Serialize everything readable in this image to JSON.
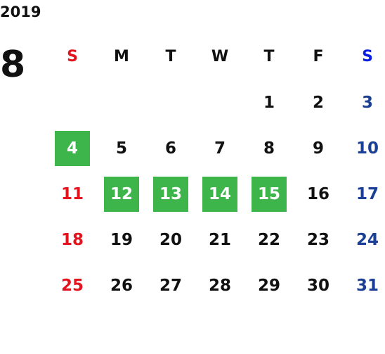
{
  "calendar": {
    "year": "2019",
    "month": "8",
    "weekdays": [
      "S",
      "M",
      "T",
      "W",
      "T",
      "F",
      "S"
    ],
    "weeks": [
      [
        "",
        "",
        "",
        "",
        "1",
        "2",
        "3"
      ],
      [
        "4",
        "5",
        "6",
        "7",
        "8",
        "9",
        "10"
      ],
      [
        "11",
        "12",
        "13",
        "14",
        "15",
        "16",
        "17"
      ],
      [
        "18",
        "19",
        "20",
        "21",
        "22",
        "23",
        "24"
      ],
      [
        "25",
        "26",
        "27",
        "28",
        "29",
        "30",
        "31"
      ]
    ],
    "highlighted_days": [
      "4",
      "12",
      "13",
      "14",
      "15"
    ],
    "colors": {
      "sunday": "#e4141e",
      "saturday": "#1a3f94",
      "saturday_header": "#0a1fe0",
      "highlight": "#3db54a",
      "text": "#111111"
    }
  }
}
